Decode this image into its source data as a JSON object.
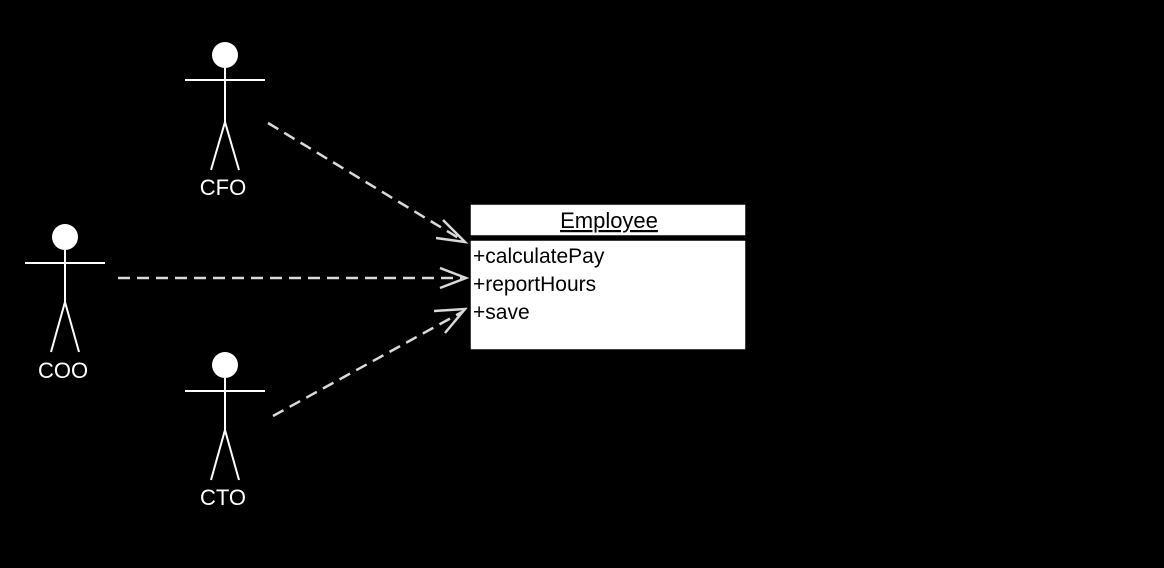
{
  "actors": [
    {
      "id": "cfo",
      "label": "CFO"
    },
    {
      "id": "coo",
      "label": "COO"
    },
    {
      "id": "cto",
      "label": "CTO"
    }
  ],
  "class": {
    "name": "Employee",
    "operations": [
      "+calculatePay",
      "+reportHours",
      "+save"
    ]
  },
  "dependencies": [
    {
      "from": "cfo",
      "to": "Employee",
      "style": "dashed-open-arrow"
    },
    {
      "from": "coo",
      "to": "Employee",
      "style": "dashed-open-arrow"
    },
    {
      "from": "cto",
      "to": "Employee",
      "style": "dashed-open-arrow"
    }
  ],
  "colors": {
    "background": "#000000",
    "actor": "#ffffff",
    "connector": "#d9d9d9",
    "class_fill": "#ffffff",
    "class_text": "#000000"
  }
}
